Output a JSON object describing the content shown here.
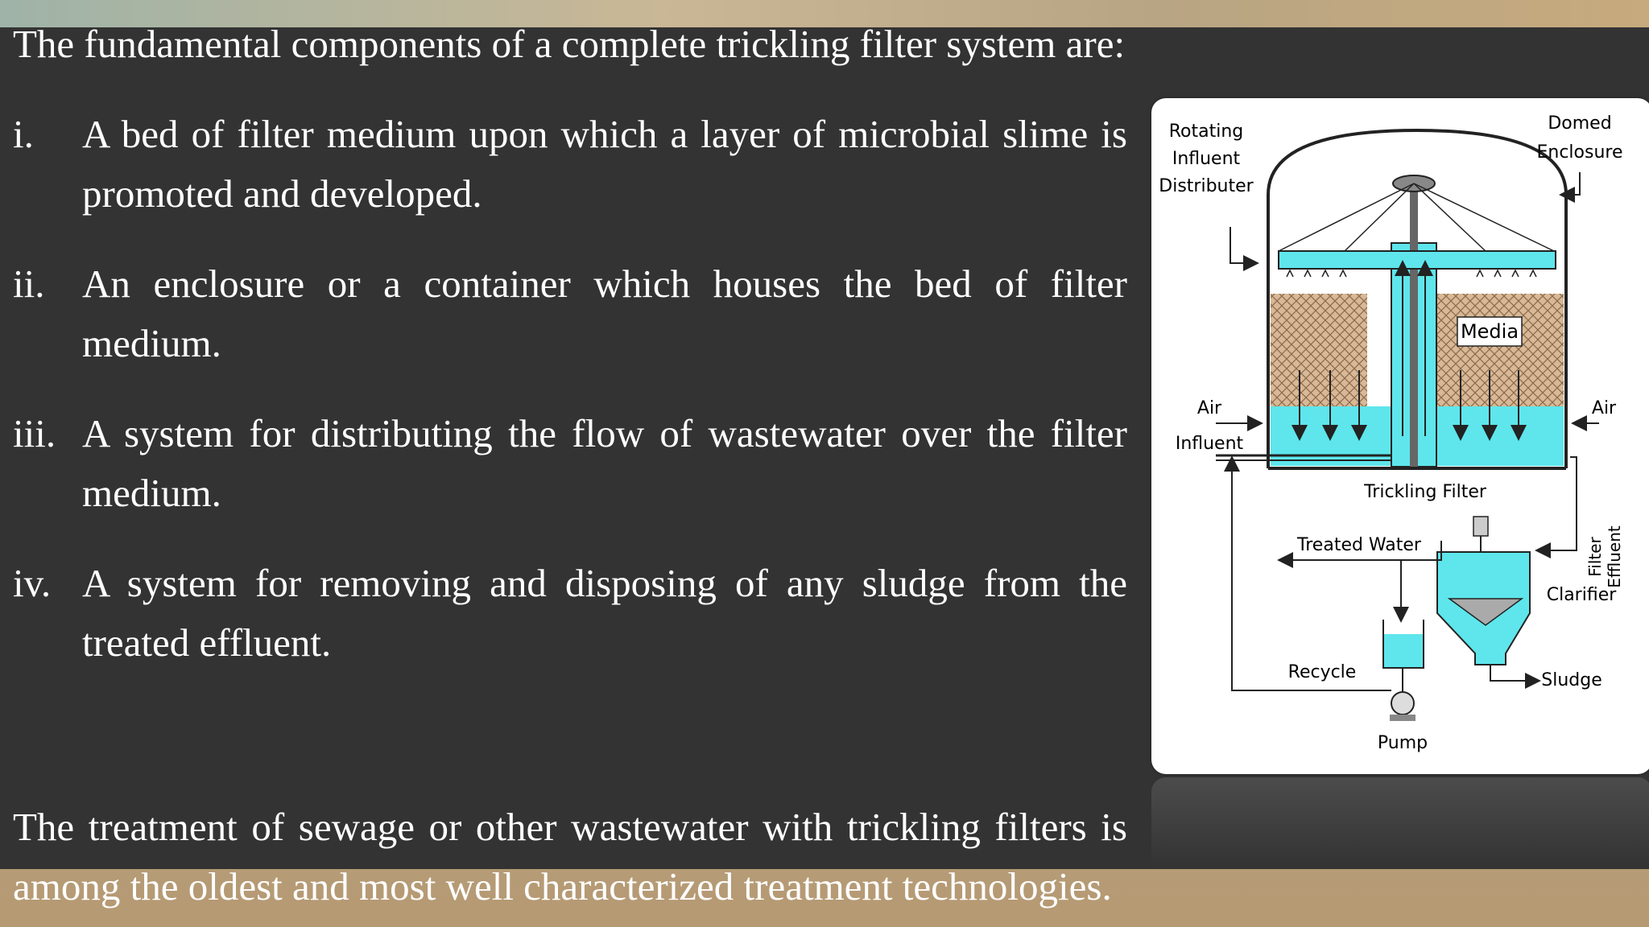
{
  "slide": {
    "intro": "The fundamental components of a complete trickling filter system are:",
    "items": [
      {
        "num": "i.",
        "text": "A bed of filter medium upon which a layer of microbial slime is promoted and developed."
      },
      {
        "num": "ii.",
        "text": "An enclosure or a container which houses the bed of filter medium."
      },
      {
        "num": "iii.",
        "text": "A system for distributing the flow of wastewater over the filter medium."
      },
      {
        "num": "iv.",
        "text": "A system for removing and disposing of any sludge from the treated effluent."
      }
    ],
    "closing": "The treatment of sewage or other wastewater with trickling filters is among the oldest and most well characterized treatment technologies."
  },
  "diagram": {
    "labels": {
      "rotating": "Rotating",
      "influent1": "Influent",
      "distributer": "Distributer",
      "domed": "Domed",
      "enclosure": "Enclosure",
      "media": "Media",
      "air_left": "Air",
      "influent2": "Influent",
      "air_right": "Air",
      "trickling_filter": "Trickling Filter",
      "filter": "Filter",
      "effluent": "Effluent",
      "treated_water": "Treated Water",
      "clarifier": "Clarifier",
      "recycle": "Recycle",
      "sludge": "Sludge",
      "pump": "Pump"
    },
    "colors": {
      "water": "#5ee6ec",
      "media": "#d8b896",
      "outline": "#222222",
      "card": "#ffffff"
    }
  }
}
